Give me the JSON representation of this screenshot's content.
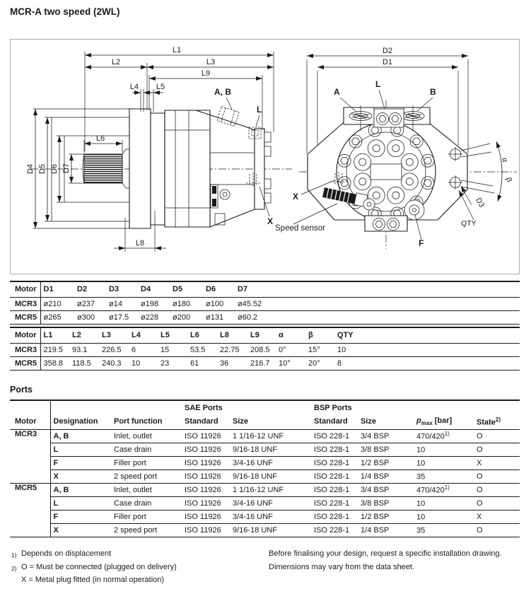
{
  "page": {
    "title": "MCR-A two speed (2WL)"
  },
  "colors": {
    "ink": "#1a1a1a",
    "frame_border": "#ababab"
  },
  "drawing": {
    "side": {
      "l1": "L1",
      "l2": "L2",
      "l3": "L3",
      "l4": "L4",
      "l5": "L5",
      "l6": "L6",
      "l8": "L8",
      "l9": "L9",
      "d4": "D4",
      "d5": "D5",
      "d6": "D6",
      "d7": "D7",
      "port_ab": "A, B",
      "port_l": "L",
      "port_x": "X"
    },
    "front": {
      "d1": "D1",
      "d2": "D2",
      "d3": "D3",
      "alpha": "α",
      "beta": "β",
      "qty": "QTY",
      "port_a": "A",
      "port_b": "B",
      "port_l": "L",
      "port_x": "X",
      "port_f": "F",
      "speed_sensor": "Speed sensor"
    }
  },
  "dim_table_d": {
    "headers": [
      "Motor",
      "D1",
      "D2",
      "D3",
      "D4",
      "D5",
      "D6",
      "D7"
    ],
    "rows": [
      {
        "motor": "MCR3",
        "values": [
          "ø210",
          "ø237",
          "ø14",
          "ø198",
          "ø180",
          "ø100",
          "ø45.52"
        ]
      },
      {
        "motor": "MCR5",
        "values": [
          "ø265",
          "ø300",
          "ø17.5",
          "ø228",
          "ø200",
          "ø131",
          "ø60.2"
        ]
      }
    ]
  },
  "dim_table_l": {
    "headers": [
      "Motor",
      "L1",
      "L2",
      "L3",
      "L4",
      "L5",
      "L6",
      "L8",
      "L9",
      "α",
      "β",
      "QTY"
    ],
    "rows": [
      {
        "motor": "MCR3",
        "values": [
          "219.5",
          "93.1",
          "226.5",
          "6",
          "15",
          "53.5",
          "22.75",
          "208.5",
          "0°",
          "15°",
          "10"
        ]
      },
      {
        "motor": "MCR5",
        "values": [
          "358.8",
          "118.5",
          "240.3",
          "10",
          "23",
          "61",
          "36",
          "216.7",
          "10°",
          "20°",
          "8"
        ]
      }
    ]
  },
  "ports": {
    "heading": "Ports",
    "group_headers": {
      "sae": "SAE Ports",
      "bsp": "BSP Ports"
    },
    "headers": {
      "motor": "Motor",
      "designation": "Designation",
      "port_function": "Port function",
      "standard_sae": "Standard",
      "size_sae": "Size",
      "standard_bsp": "Standard",
      "size_bsp": "Size",
      "pmax_p": "p",
      "pmax_sub": "max",
      "pmax_unit": "[bar]",
      "state": "State",
      "state_sup": "2)"
    },
    "groups": [
      {
        "motor": "MCR3",
        "rows": [
          {
            "designation": "A, B",
            "function": "Inlet, outlet",
            "sae_standard": "ISO 11926",
            "sae_size": "1 1/16-12 UNF",
            "bsp_standard": "ISO 228-1",
            "bsp_size": "3/4 BSP",
            "pmax": "470/420",
            "pmax_sup": "1)",
            "state": "O"
          },
          {
            "designation": "L",
            "function": "Case drain",
            "sae_standard": "ISO 11926",
            "sae_size": "9/16-18 UNF",
            "bsp_standard": "ISO 228-1",
            "bsp_size": "3/8 BSP",
            "pmax": "10",
            "pmax_sup": "",
            "state": "O"
          },
          {
            "designation": "F",
            "function": "Filler port",
            "sae_standard": "ISO 11926",
            "sae_size": "3/4-16 UNF",
            "bsp_standard": "ISO 228-1",
            "bsp_size": "1/2 BSP",
            "pmax": "10",
            "pmax_sup": "",
            "state": "X"
          },
          {
            "designation": "X",
            "function": "2 speed port",
            "sae_standard": "ISO 11926",
            "sae_size": "9/16-18 UNF",
            "bsp_standard": "ISO 228-1",
            "bsp_size": "1/4 BSP",
            "pmax": "35",
            "pmax_sup": "",
            "state": "O"
          }
        ]
      },
      {
        "motor": "MCR5",
        "rows": [
          {
            "designation": "A, B",
            "function": "Inlet, outlet",
            "sae_standard": "ISO 11926",
            "sae_size": "1 1/16-12 UNF",
            "bsp_standard": "ISO 228-1",
            "bsp_size": "3/4 BSP",
            "pmax": "470/420",
            "pmax_sup": "1)",
            "state": "O"
          },
          {
            "designation": "L",
            "function": "Case drain",
            "sae_standard": "ISO 11926",
            "sae_size": "3/4-16 UNF",
            "bsp_standard": "ISO 228-1",
            "bsp_size": "3/8 BSP",
            "pmax": "10",
            "pmax_sup": "",
            "state": "O"
          },
          {
            "designation": "F",
            "function": "Filler port",
            "sae_standard": "ISO 11926",
            "sae_size": "3/4-16 UNF",
            "bsp_standard": "ISO 228-1",
            "bsp_size": "1/2 BSP",
            "pmax": "10",
            "pmax_sup": "",
            "state": "X"
          },
          {
            "designation": "X",
            "function": "2 speed port",
            "sae_standard": "ISO 11926",
            "sae_size": "9/16-18 UNF",
            "bsp_standard": "ISO 228-1",
            "bsp_size": "1/4 BSP",
            "pmax": "35",
            "pmax_sup": "",
            "state": "O"
          }
        ]
      }
    ]
  },
  "footnotes": {
    "fn1_marker": "1)",
    "fn1": "Depends on displacement",
    "fn2_marker": "2)",
    "fn2": "O = Must be connected (plugged on delivery)",
    "fn3": "X = Metal plug fitted (in normal operation)"
  },
  "note": {
    "line1": "Before finalising your design, request a specific installation drawing.",
    "line2": "Dimensions may vary from the data sheet."
  }
}
